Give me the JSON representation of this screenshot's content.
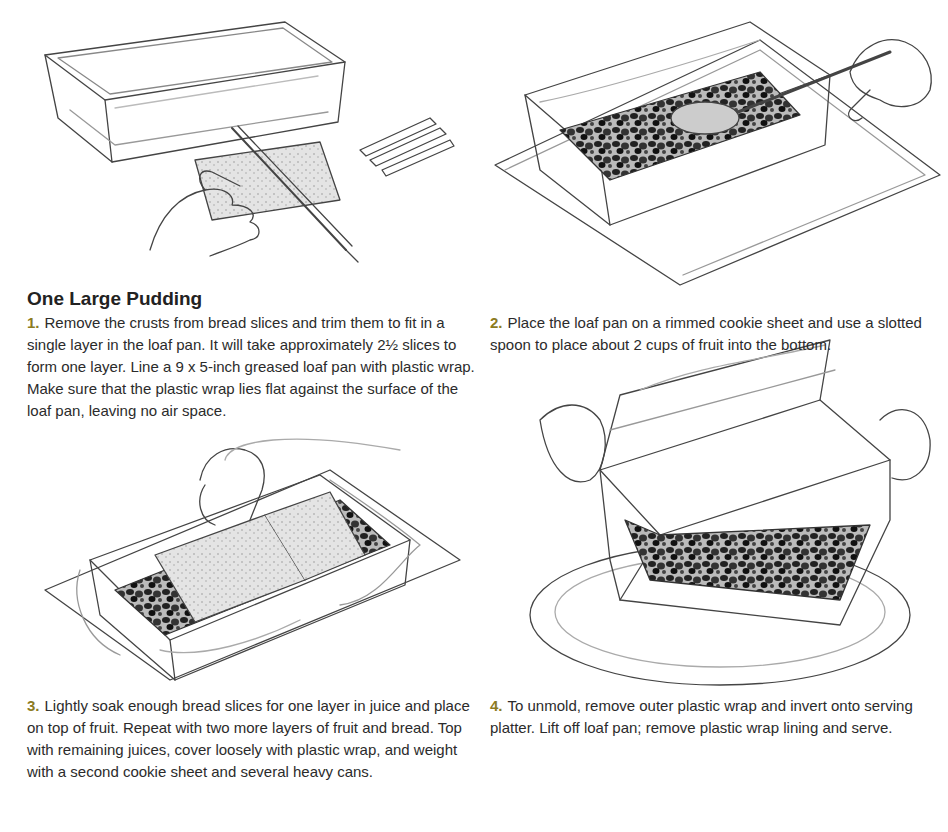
{
  "diagram": {
    "title": "One Large Pudding",
    "labels": [
      "1.",
      "Remove the crusts from bread slices and trim them to fit in a single layer in the loaf pan. It will take approximately 2½ slices to form one layer. Line a 9 x 5-inch greased loaf pan with plastic wrap. Make sure that the plastic wrap lies flat against the surface of the loaf pan, leaving no air space.",
      "2.",
      "Place the loaf pan on a rimmed cookie sheet and use a slotted spoon to place about 2 cups of fruit into the bottom.",
      "3.",
      "Lightly soak enough bread slices for one layer in juice and place on top of fruit. Repeat with two more layers of fruit and bread. Top with remaining juices, cover loosely with plastic wrap, and weight with a second cookie sheet and several heavy cans.",
      "4.",
      "To unmold, remove outer plastic wrap and invert onto serving platter. Lift off loaf pan; remove plastic wrap lining and serve."
    ]
  }
}
